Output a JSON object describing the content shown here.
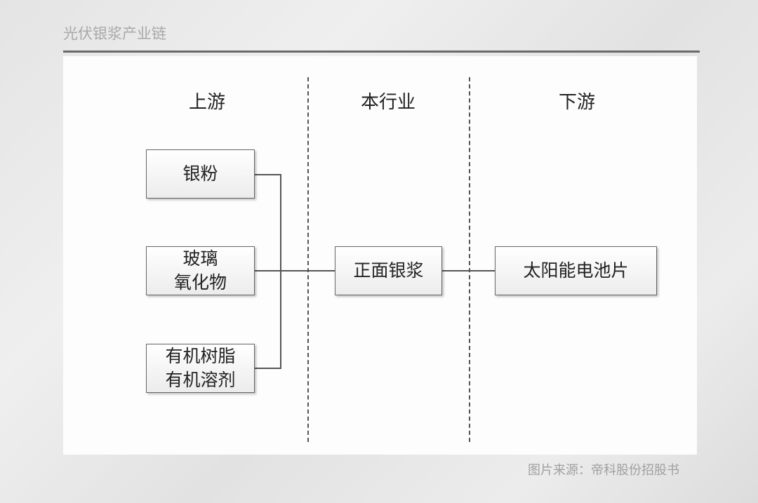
{
  "title": "光伏银浆产业链",
  "headers": {
    "upstream": "上游",
    "industry": "本行业",
    "downstream": "下游"
  },
  "boxes": {
    "silver_powder": [
      "银粉"
    ],
    "glass_oxide": [
      "玻璃",
      "氧化物"
    ],
    "organic": [
      "有机树脂",
      "有机溶剂"
    ],
    "front_paste": [
      "正面银浆"
    ],
    "solar_cell": [
      "太阳能电池片"
    ]
  },
  "source": "图片来源：帝科股份招股书"
}
